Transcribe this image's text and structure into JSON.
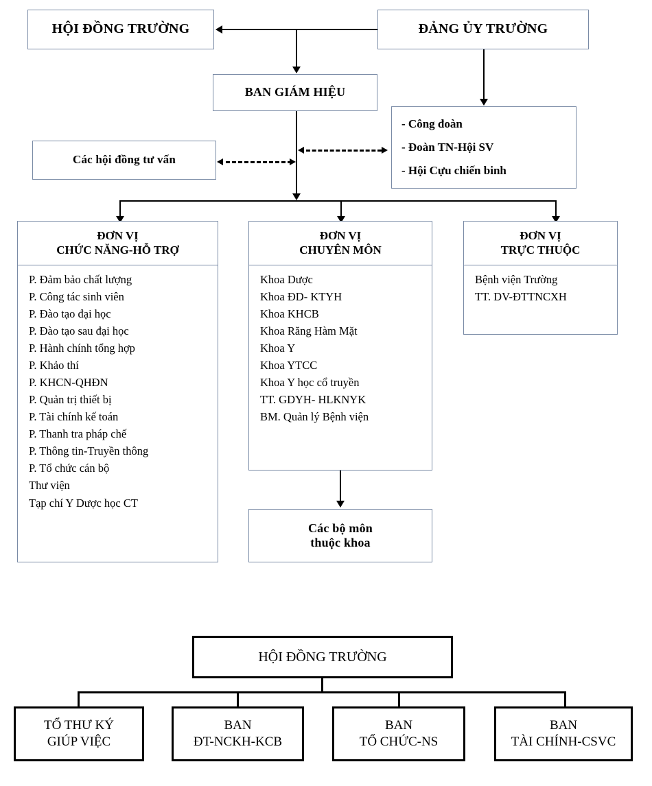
{
  "diagram": {
    "type": "organizational-chart",
    "language": "vi",
    "top": {
      "council_box": "HỘI ĐỒNG TRƯỜNG",
      "party_box": "ĐẢNG ỦY TRƯỜNG",
      "board_box": "BAN GIÁM HIỆU",
      "advisory_box": "Các hội đồng tư vấn",
      "mass_orgs": [
        "- Công đoàn",
        "- Đoàn TN-Hội SV",
        "- Hội Cựu chiến binh"
      ]
    },
    "columns": [
      {
        "header_line1": "ĐƠN VỊ",
        "header_line2": "CHỨC NĂNG-HỖ TRỢ",
        "items": [
          "P. Đảm bảo chất lượng",
          "P. Công tác sinh viên",
          "P. Đào tạo đại học",
          "P. Đào tạo sau đại học",
          "P. Hành chính tổng hợp",
          "P. Khảo thí",
          "P. KHCN-QHĐN",
          "P. Quản trị thiết bị",
          "P. Tài chính kế toán",
          "P. Thanh tra pháp chế",
          "P. Thông tin-Truyền thông",
          "P. Tổ chức cán bộ",
          "Thư viện",
          "Tạp chí Y Dược học CT"
        ]
      },
      {
        "header_line1": "ĐƠN VỊ",
        "header_line2": "CHUYÊN MÔN",
        "items": [
          "Khoa Dược",
          "Khoa ĐD- KTYH",
          "Khoa KHCB",
          "Khoa Răng Hàm Mặt",
          "Khoa Y",
          "Khoa YTCC",
          "Khoa Y học cổ truyền",
          "TT. GDYH- HLKNYK",
          "BM. Quản lý Bệnh viện"
        ]
      },
      {
        "header_line1": "ĐƠN VỊ",
        "header_line2": "TRỰC THUỘC",
        "items": [
          "Bệnh viện Trường",
          "TT. DV-ĐTTNCXH"
        ]
      }
    ],
    "departments_box": {
      "line1": "Các bộ môn",
      "line2": "thuộc khoa"
    },
    "bottom": {
      "root": "HỘI ĐỒNG TRƯỜNG",
      "children": [
        {
          "line1": "TỔ THƯ KÝ",
          "line2": "GIÚP VIỆC"
        },
        {
          "line1": "BAN",
          "line2": "ĐT-NCKH-KCB"
        },
        {
          "line1": "BAN",
          "line2": "TỔ CHỨC-NS"
        },
        {
          "line1": "BAN",
          "line2": "TÀI CHÍNH-CSVC"
        }
      ]
    },
    "colors": {
      "line": "#000000",
      "thin_border": "#7a8ba6",
      "heavy_border": "#000000",
      "background": "#ffffff",
      "text": "#000000"
    }
  }
}
